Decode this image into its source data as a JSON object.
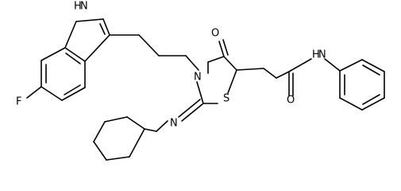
{
  "atoms": {
    "indole_nh": "H",
    "indole_n": "N",
    "fluorine": "F",
    "ring_n": "N",
    "carbonyl_o": "O",
    "sulfur": "S",
    "imine_n": "N",
    "amide_o": "O",
    "amide_n": "N",
    "amide_h": "H"
  }
}
